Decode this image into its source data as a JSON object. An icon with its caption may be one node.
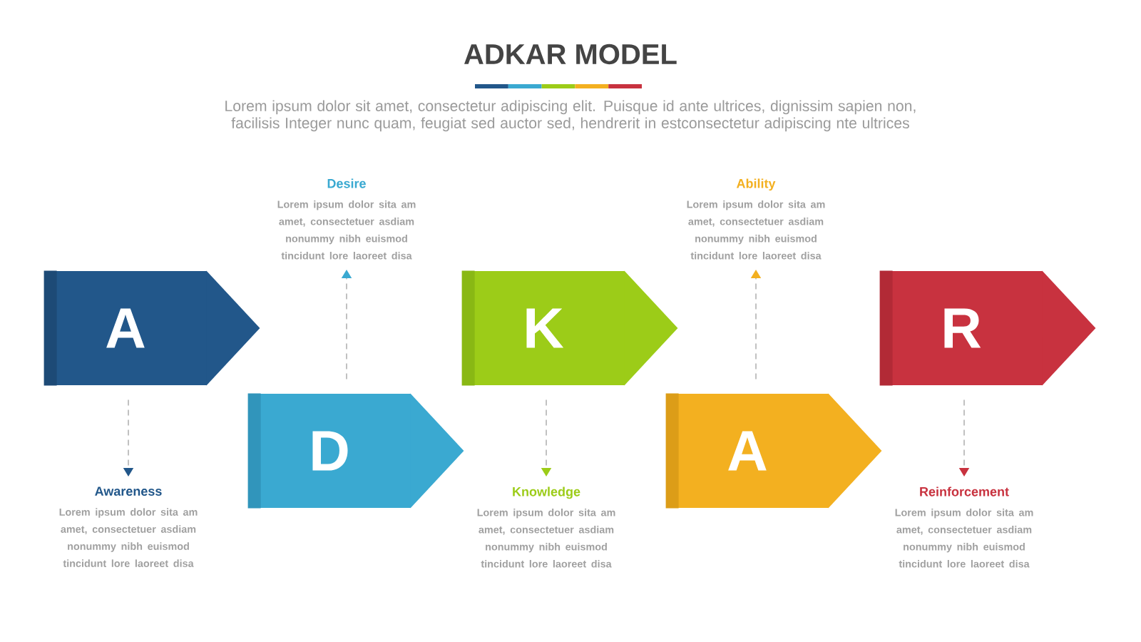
{
  "diagram": {
    "title": "ADKAR MODEL",
    "nodes": [
      {
        "text": [
          "A"
        ]
      },
      {
        "text": [
          "D"
        ]
      },
      {
        "text": [
          "K"
        ]
      },
      {
        "text": [
          "A"
        ]
      },
      {
        "text": [
          "R"
        ]
      },
      {
        "text": [
          "Awareness",
          "Lorem ipsum dolor sita am amet, consectetuer asdiam nonummy nibh euismod tincidunt lore laoreet disa"
        ]
      },
      {
        "text": [
          "Desire",
          "Lorem ipsum dolor sita am amet, consectetuer asdiam nonummy nibh euismod tincidunt lore laoreet disa"
        ]
      },
      {
        "text": [
          "Knowledge",
          "Lorem ipsum dolor sita am amet, consectetuer asdiam nonummy nibh euismod tincidunt lore laoreet disa"
        ]
      },
      {
        "text": [
          "Ability",
          "Lorem ipsum dolor sita am amet, consectetuer asdiam nonummy nibh euismod tincidunt lore laoreet disa"
        ]
      },
      {
        "text": [
          "Reinforcement",
          "Lorem ipsum dolor sita am amet, consectetuer asdiam nonummy nibh euismod tincidunt lore laoreet disa"
        ]
      }
    ],
    "edges": [
      {
        "from": 0,
        "to": 5,
        "arrow": "to",
        "style": "dashed"
      },
      {
        "from": 1,
        "to": 6,
        "arrow": "to",
        "style": "dashed"
      },
      {
        "from": 2,
        "to": 7,
        "arrow": "to",
        "style": "dashed"
      },
      {
        "from": 3,
        "to": 8,
        "arrow": "to",
        "style": "dashed"
      },
      {
        "from": 4,
        "to": 9,
        "arrow": "to",
        "style": "dashed"
      }
    ],
    "labels": [
      "Lorem ipsum dolor sit amet, consectetur adipiscing elit. Puisque id ante ultrices, dignissim sapien non, facilisis Integer nunc quam, feugiat sed auctor sed, hendrerit in estconsectetur adipiscing nte ultrices"
    ]
  }
}
